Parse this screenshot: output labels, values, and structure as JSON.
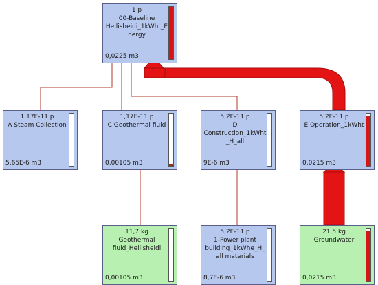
{
  "nodes": {
    "baseline": {
      "value": "1 p",
      "name": [
        "00-Baseline",
        "Hellisheidi_1kWht_E",
        "nergy"
      ],
      "amount": "0,0225 m3",
      "fill": 1.0
    },
    "steam": {
      "value": "1,17E-11 p",
      "name": [
        "A Steam Collection"
      ],
      "amount": "5,65E-6 m3",
      "fill": 0.0
    },
    "geofluid": {
      "value": "1,17E-11 p",
      "name": [
        "C Geothermal fluid"
      ],
      "amount": "0,00105 m3",
      "fill": 0.04
    },
    "construction": {
      "value": "5,2E-11 p",
      "name": [
        "D",
        "Construction_1kWht",
        "_H_all"
      ],
      "amount": "9E-6 m3",
      "fill": 0.0
    },
    "operation": {
      "value": "5,2E-11 p",
      "name": [
        "E Operation_1kWht"
      ],
      "amount": "0,0215 m3",
      "fill": 0.95
    },
    "geofluid_in": {
      "value": "11,7 kg",
      "name": [
        "Geothermal",
        "fluid_Hellisheidi"
      ],
      "amount": "0,00105 m3",
      "fill": 0.0
    },
    "powerplant": {
      "value": "5,2E-11 p",
      "name": [
        "1-Power plant",
        "building_1kWhe_H_",
        "all materials"
      ],
      "amount": "8,7E-6 m3",
      "fill": 0.0
    },
    "groundwater": {
      "value": "21,5 kg",
      "name": [
        "Groundwater"
      ],
      "amount": "0,0215 m3",
      "fill": 0.95
    }
  },
  "colors": {
    "flow": "#e41414",
    "process": "#b7c8ee",
    "elementary": "#b8f0b1"
  }
}
